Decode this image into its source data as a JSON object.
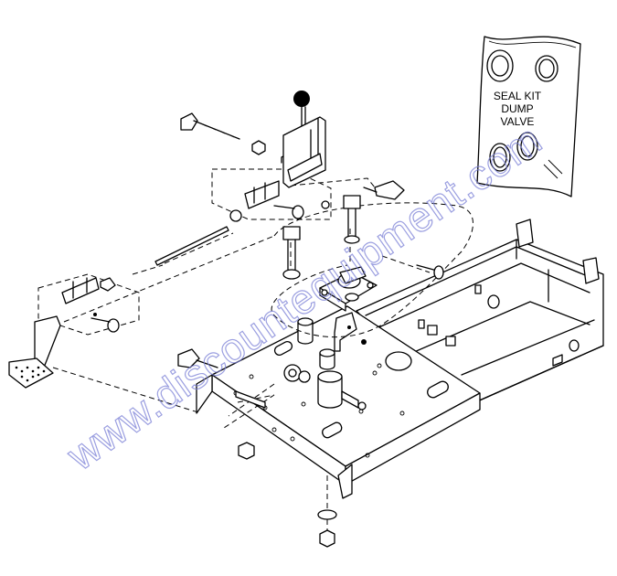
{
  "seal_kit": {
    "line1": "SEAL KIT",
    "line2": "DUMP",
    "line3": "VALVE"
  },
  "watermark": "www.discountequipment.com"
}
